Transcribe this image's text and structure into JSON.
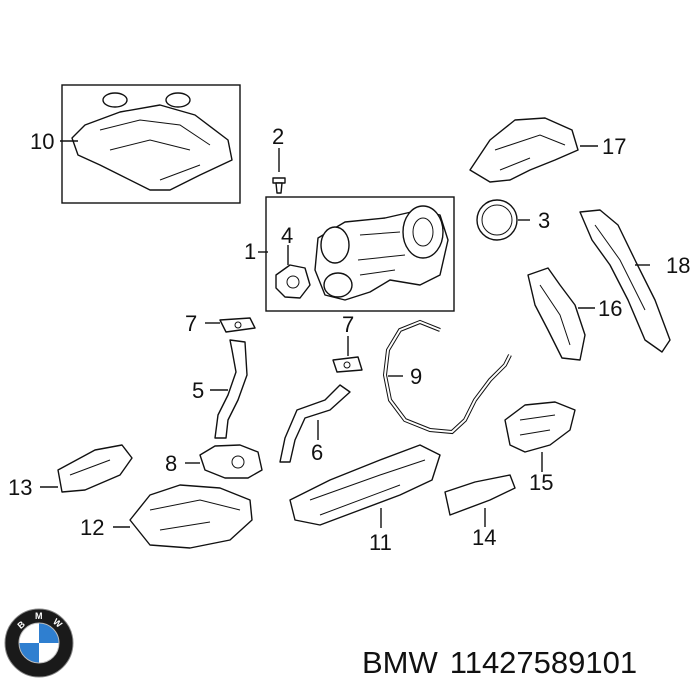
{
  "callouts": {
    "c1": "1",
    "c2": "2",
    "c3": "3",
    "c4": "4",
    "c5": "5",
    "c6": "6",
    "c7a": "7",
    "c7b": "7",
    "c8": "8",
    "c9": "9",
    "c10": "10",
    "c11": "11",
    "c12": "12",
    "c13": "13",
    "c14": "14",
    "c15": "15",
    "c16": "16",
    "c17": "17",
    "c18": "18"
  },
  "caption": {
    "brand": "BMW",
    "part_number": "11427589101"
  },
  "logo": {
    "name": "bmw-roundel-logo",
    "text": "BMW",
    "colors": {
      "blue": "#2f7fd0",
      "ring": "#1a1a1a",
      "white": "#ffffff"
    }
  }
}
